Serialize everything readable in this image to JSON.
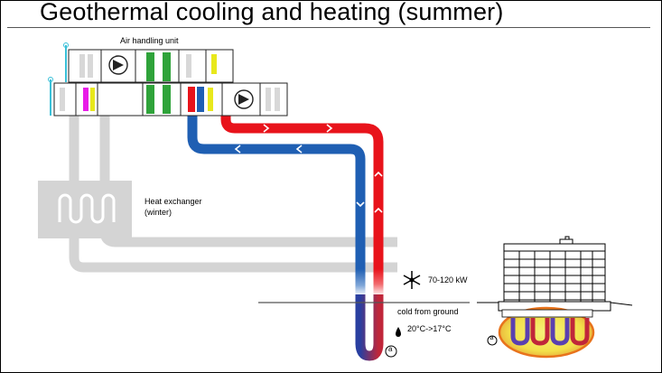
{
  "title": "Geothermal cooling and heating (summer)",
  "labels": {
    "air_handling_unit": "Air handling unit",
    "heat_exchanger": "Heat exchanger",
    "heat_exchanger_mode": "(winter)",
    "power": "70-120 kW",
    "cold_from_ground": "cold from ground",
    "temperature": "20°C->17°C",
    "borehole_marker_1": "a",
    "borehole_marker_2": "a"
  },
  "icons": [
    "fan-icon",
    "snowflake-icon",
    "temperature-drop-icon"
  ],
  "colors": {
    "warm_pipe": "#e8131b",
    "cold_pipe": "#1f5fb3",
    "inactive_pipe": "#d4d4d4",
    "coil_green": "#2fa33a",
    "coil_yellow": "#e8e81c",
    "coil_magenta": "#e81ce8",
    "ground_zone": "#e8731c"
  }
}
